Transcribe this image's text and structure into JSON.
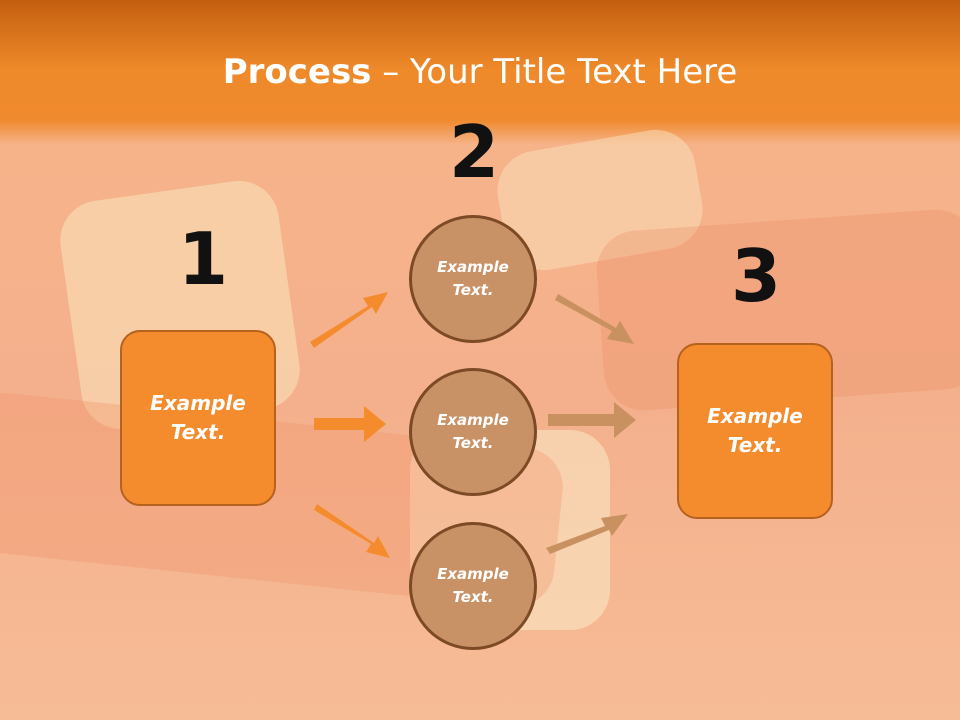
{
  "title": {
    "bold": "Process",
    "rest": " – Your Title Text Here"
  },
  "steps": {
    "one": "1",
    "two": "2",
    "three": "3"
  },
  "left_box": "Example\nText.",
  "right_box": "Example\nText.",
  "circles": [
    "Example\nText.",
    "Example\nText.",
    "Example\nText."
  ],
  "colors": {
    "header": "#e8801f",
    "box": "#f48c2e",
    "circle": "#c99166",
    "arrow_left": "#f48c2e",
    "arrow_right": "#c9915f"
  }
}
